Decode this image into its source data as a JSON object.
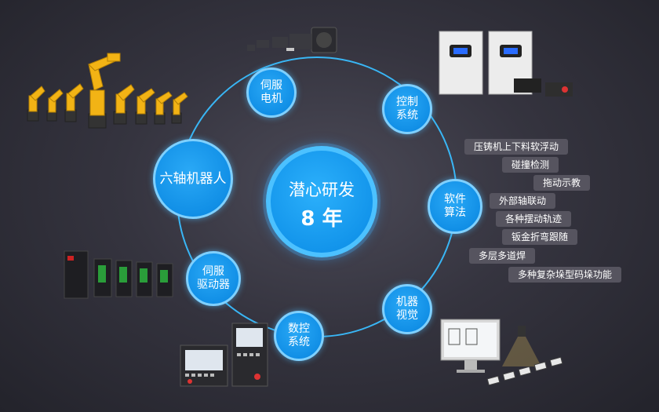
{
  "center": {
    "line1": "潜心研发",
    "line2": "8 年"
  },
  "nodes": {
    "servo_motor": {
      "line1": "伺服",
      "line2": "电机"
    },
    "control_system": {
      "line1": "控制",
      "line2": "系统"
    },
    "software_algorithm": {
      "line1": "软件",
      "line2": "算法"
    },
    "machine_vision": {
      "line1": "机器",
      "line2": "视觉"
    },
    "cnc_system": {
      "line1": "数控",
      "line2": "系统"
    },
    "servo_driver": {
      "line1": "伺服",
      "line2": "驱动器"
    },
    "six_axis_robot": {
      "label": "六轴机器人"
    }
  },
  "software_features": [
    "压铸机上下料软浮动",
    "碰撞检测",
    "拖动示教",
    "外部轴联动",
    "各种摆动轨迹",
    "钣金折弯跟随",
    "多层多道焊",
    "多种复杂垛型码垛功能"
  ],
  "colors": {
    "node_blue": "#118fe6",
    "ring": "#39b6f5",
    "tag_bg": "#56545f",
    "robot_yellow": "#f2b315"
  }
}
